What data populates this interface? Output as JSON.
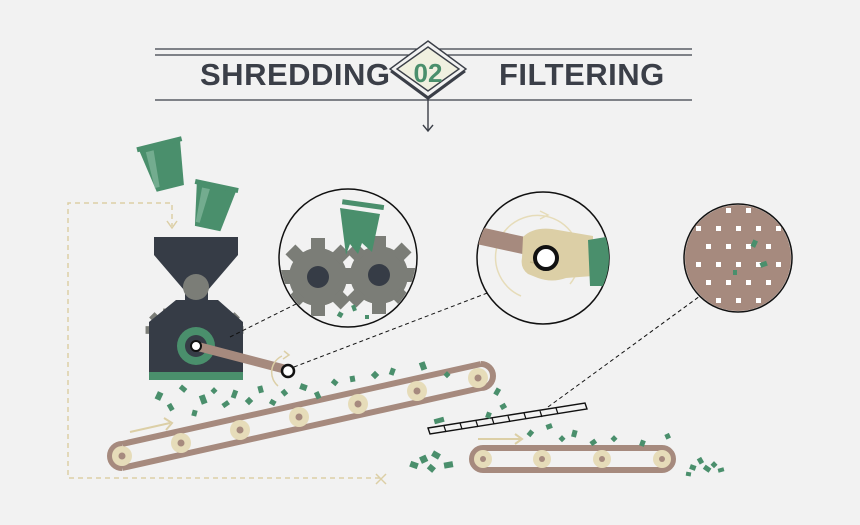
{
  "header": {
    "left_title": "SHREDDING",
    "step_number": "02",
    "right_title": "FILTERING"
  },
  "colors": {
    "background": "#f2f2f2",
    "dark": "#363c46",
    "green": "#4a8f6c",
    "gear_gray": "#7b7d77",
    "belt_brown": "#a68a7e",
    "roller_cream": "#e6dcb9",
    "hand_beige": "#dccfa6",
    "dashed_path": "#dccfa6"
  },
  "icons": [
    "cup-icon",
    "shredder-machine-icon",
    "gear-icon",
    "crank-handle-icon",
    "hand-icon",
    "filter-mesh-icon",
    "conveyor-belt-icon",
    "down-arrow-icon"
  ]
}
